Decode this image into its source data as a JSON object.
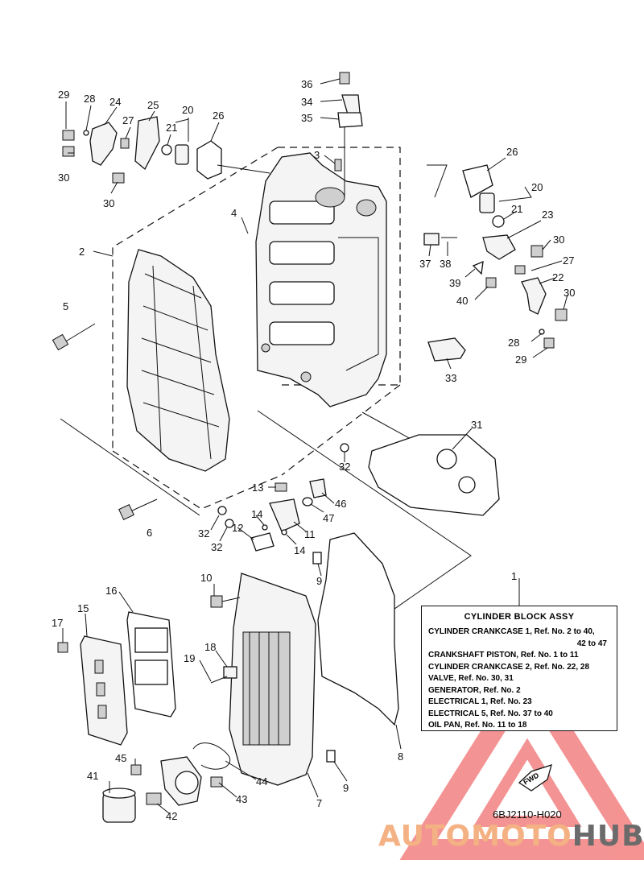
{
  "callouts": [
    {
      "id": "c36",
      "n": "36"
    },
    {
      "id": "c34",
      "n": "34"
    },
    {
      "id": "c35",
      "n": "35"
    },
    {
      "id": "c3",
      "n": "3"
    },
    {
      "id": "c29a",
      "n": "29"
    },
    {
      "id": "c28a",
      "n": "28"
    },
    {
      "id": "c24",
      "n": "24"
    },
    {
      "id": "c25",
      "n": "25"
    },
    {
      "id": "c27a",
      "n": "27"
    },
    {
      "id": "c20a",
      "n": "20"
    },
    {
      "id": "c21a",
      "n": "21"
    },
    {
      "id": "c26a",
      "n": "26"
    },
    {
      "id": "c30a",
      "n": "30"
    },
    {
      "id": "c30b",
      "n": "30"
    },
    {
      "id": "c26b",
      "n": "26"
    },
    {
      "id": "c20b",
      "n": "20"
    },
    {
      "id": "c21b",
      "n": "21"
    },
    {
      "id": "c23",
      "n": "23"
    },
    {
      "id": "c30c",
      "n": "30"
    },
    {
      "id": "c27b",
      "n": "27"
    },
    {
      "id": "c22",
      "n": "22"
    },
    {
      "id": "c30d",
      "n": "30"
    },
    {
      "id": "c28b",
      "n": "28"
    },
    {
      "id": "c29b",
      "n": "29"
    },
    {
      "id": "c37",
      "n": "37"
    },
    {
      "id": "c38",
      "n": "38"
    },
    {
      "id": "c39",
      "n": "39"
    },
    {
      "id": "c40",
      "n": "40"
    },
    {
      "id": "c33",
      "n": "33"
    },
    {
      "id": "c4",
      "n": "4"
    },
    {
      "id": "c2",
      "n": "2"
    },
    {
      "id": "c5",
      "n": "5"
    },
    {
      "id": "c6",
      "n": "6"
    },
    {
      "id": "c31",
      "n": "31"
    },
    {
      "id": "c32a",
      "n": "32"
    },
    {
      "id": "c32b",
      "n": "32"
    },
    {
      "id": "c32c",
      "n": "32"
    },
    {
      "id": "c13",
      "n": "13"
    },
    {
      "id": "c14a",
      "n": "14"
    },
    {
      "id": "c14b",
      "n": "14"
    },
    {
      "id": "c12",
      "n": "12"
    },
    {
      "id": "c11",
      "n": "11"
    },
    {
      "id": "c46",
      "n": "46"
    },
    {
      "id": "c47",
      "n": "47"
    },
    {
      "id": "c9a",
      "n": "9"
    },
    {
      "id": "c9b",
      "n": "9"
    },
    {
      "id": "c1",
      "n": "1"
    },
    {
      "id": "c10",
      "n": "10"
    },
    {
      "id": "c16",
      "n": "16"
    },
    {
      "id": "c15",
      "n": "15"
    },
    {
      "id": "c17",
      "n": "17"
    },
    {
      "id": "c18",
      "n": "18"
    },
    {
      "id": "c19",
      "n": "19"
    },
    {
      "id": "c8",
      "n": "8"
    },
    {
      "id": "c44",
      "n": "44"
    },
    {
      "id": "c43",
      "n": "43"
    },
    {
      "id": "c45",
      "n": "45"
    },
    {
      "id": "c41",
      "n": "41"
    },
    {
      "id": "c42",
      "n": "42"
    },
    {
      "id": "c7",
      "n": "7"
    }
  ],
  "legend": {
    "title": "CYLINDER BLOCK ASSY",
    "lines": [
      "CYLINDER CRANKCASE 1,  Ref. No. 2 to 40,",
      "42 to 47",
      "CRANKSHAFT PISTON,  Ref. No. 1 to 11",
      "CYLINDER CRANKCASE 2,  Ref. No. 22, 28",
      "VALVE, Ref. No. 30, 31",
      "GENERATOR,  Ref. No. 2",
      "ELECTRICAL  1,  Ref. No. 23",
      "ELECTRICAL  5,  Ref. No. 37 to 40",
      "OIL PAN,  Ref. No. 11 to 18"
    ]
  },
  "fwd_label": "FWD",
  "drawing_code": "6BJ2110-H020",
  "watermark": {
    "part1": "AUTOMOTO",
    "part2": "HUB"
  },
  "colors": {
    "watermark_red": "#ec3b3b",
    "watermark_orange": "#f4b183",
    "watermark_gray": "#6b6b6b"
  }
}
